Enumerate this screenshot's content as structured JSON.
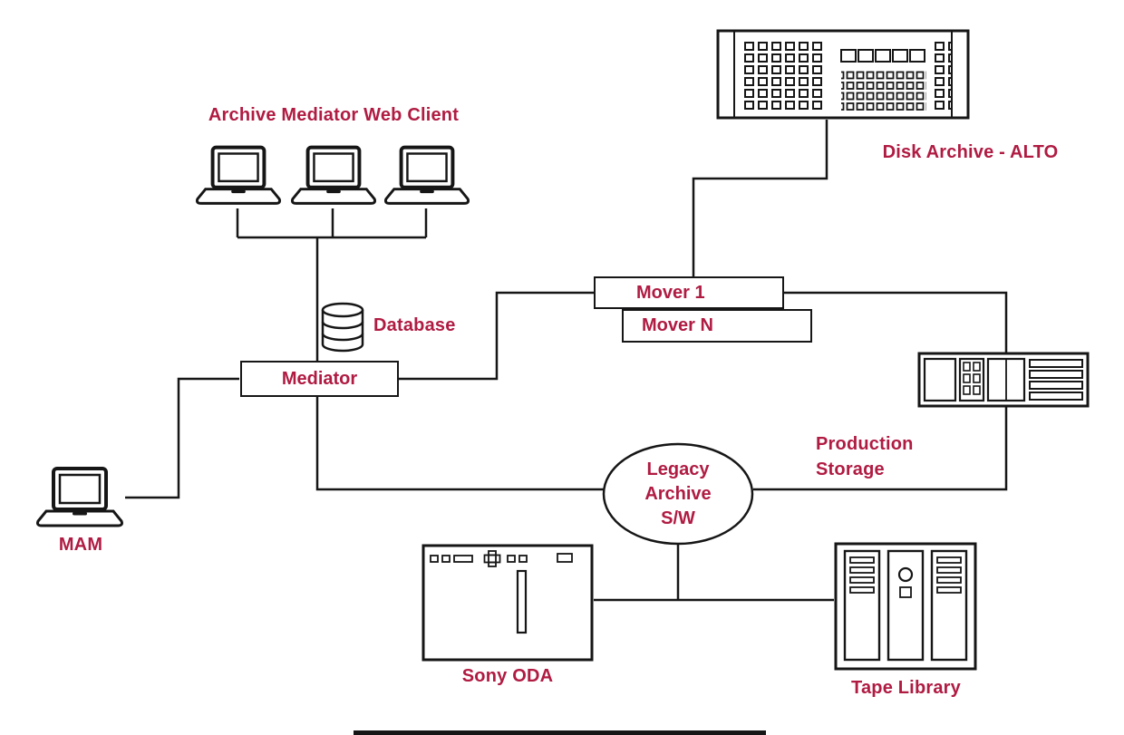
{
  "colors": {
    "accent": "#B01B42",
    "line": "#161616",
    "background": "#FFFFFF"
  },
  "nodes": {
    "web_client_label": "Archive Mediator Web Client",
    "disk_archive_label": "Disk Archive - ALTO",
    "mover_1": "Mover 1",
    "mover_n": "Mover N",
    "database_label": "Database",
    "mediator": "Mediator",
    "production_storage": {
      "line1": "Production",
      "line2": "Storage"
    },
    "legacy_archive": {
      "line1": "Legacy",
      "line2": "Archive",
      "line3": "S/W"
    },
    "mam_label": "MAM",
    "sony_oda_label": "Sony ODA",
    "tape_library_label": "Tape Library"
  }
}
